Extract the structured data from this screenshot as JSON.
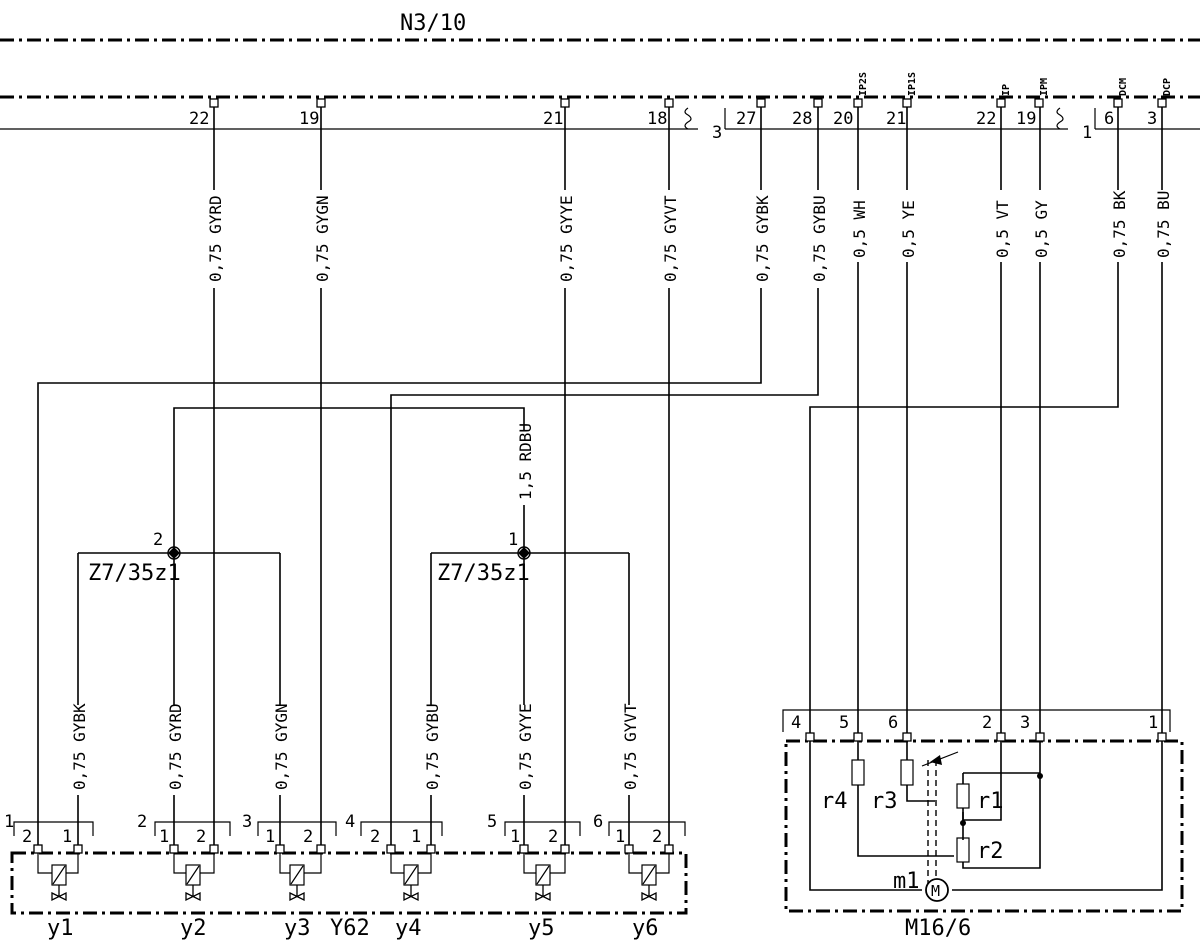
{
  "ecu": {
    "name": "N3/10",
    "pins": [
      {
        "num": "22"
      },
      {
        "num": "19"
      },
      {
        "num": "21"
      },
      {
        "num": "18"
      },
      {
        "num": "27"
      },
      {
        "num": "28"
      },
      {
        "num": "20",
        "signal": "IP2S"
      },
      {
        "num": "21",
        "signal": "IP1S"
      },
      {
        "num": "22",
        "signal": "IP"
      },
      {
        "num": "19",
        "signal": "IPM"
      },
      {
        "num": "6",
        "signal": "DCM"
      },
      {
        "num": "3",
        "signal": "DCP"
      }
    ],
    "connector_labels": [
      "3",
      "1"
    ]
  },
  "wires": [
    {
      "label": "0,75 GYRD"
    },
    {
      "label": "0,75 GYGN"
    },
    {
      "label": "0,75 GYYE"
    },
    {
      "label": "0,75 GYVT"
    },
    {
      "label": "0,75 GYBK"
    },
    {
      "label": "0,75 GYBU"
    },
    {
      "label": "0,5 WH"
    },
    {
      "label": "0,5 YE"
    },
    {
      "label": "0,5 VT"
    },
    {
      "label": "0,5 GY"
    },
    {
      "label": "0,75 BK"
    },
    {
      "label": "0,75 BU"
    }
  ],
  "feed_wire": {
    "label": "1,5 RDBU"
  },
  "splices": [
    {
      "name": "Z7/35z1",
      "pin": "2"
    },
    {
      "name": "Z7/35z1",
      "pin": "1"
    }
  ],
  "valve_wires": [
    {
      "label": "0,75 GYBK"
    },
    {
      "label": "0,75 GYRD"
    },
    {
      "label": "0,75 GYGN"
    },
    {
      "label": "0,75 GYBU"
    },
    {
      "label": "0,75 GYYE"
    },
    {
      "label": "0,75 GYVT"
    }
  ],
  "valve_block": {
    "name": "Y62",
    "valves": [
      {
        "id": "y1",
        "plug": "1",
        "pin_left": "2",
        "pin_right": "1"
      },
      {
        "id": "y2",
        "plug": "2",
        "pin_left": "1",
        "pin_right": "2"
      },
      {
        "id": "y3",
        "plug": "3",
        "pin_left": "1",
        "pin_right": "2"
      },
      {
        "id": "y4",
        "plug": "4",
        "pin_left": "2",
        "pin_right": "1"
      },
      {
        "id": "y5",
        "plug": "5",
        "pin_left": "1",
        "pin_right": "2"
      },
      {
        "id": "y6",
        "plug": "6",
        "pin_left": "1",
        "pin_right": "2"
      }
    ]
  },
  "motor_unit": {
    "name": "M16/6",
    "pins": [
      "4",
      "5",
      "6",
      "2",
      "3",
      "1"
    ],
    "components": {
      "r1": "r1",
      "r2": "r2",
      "r3": "r3",
      "r4": "r4",
      "m1": "m1",
      "motor_symbol": "M"
    }
  }
}
